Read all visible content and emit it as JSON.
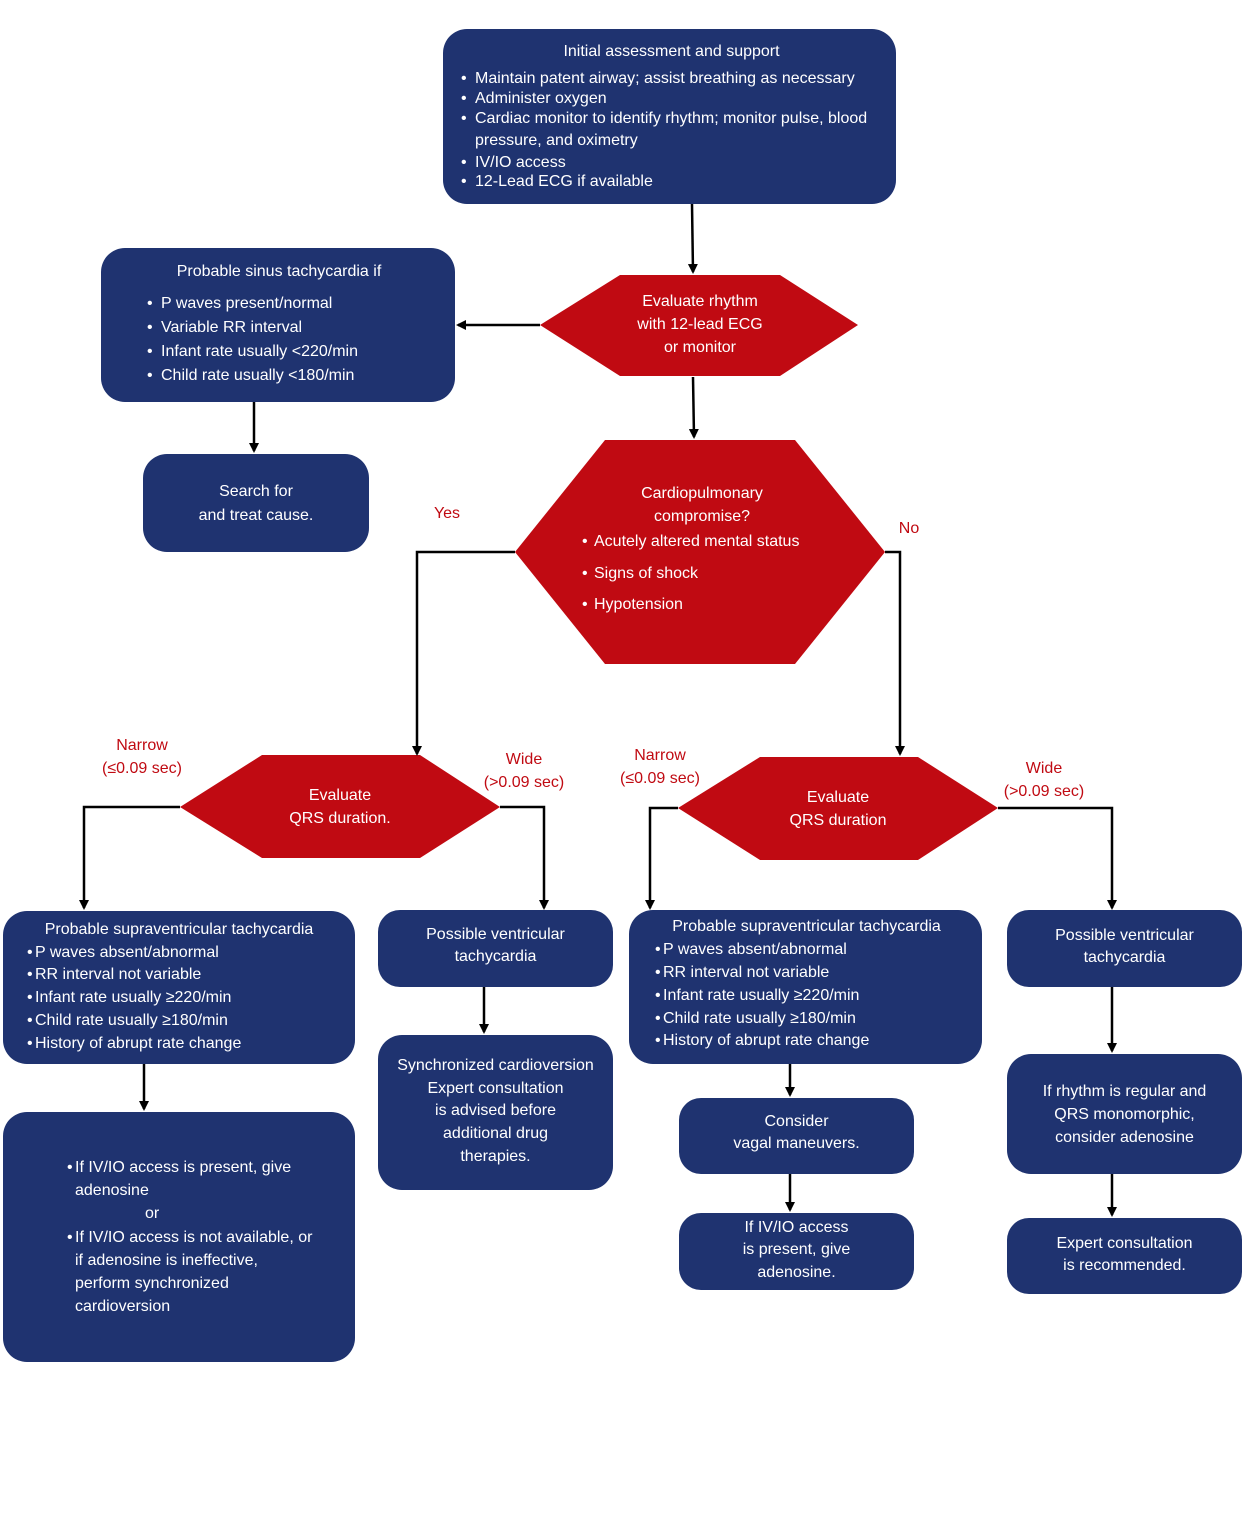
{
  "initial": {
    "title": "Initial assessment and support",
    "items": [
      "Maintain patent airway; assist breathing as necessary",
      "Administer oxygen",
      "Cardiac monitor to identify rhythm; monitor pulse, blood pressure, and oximetry",
      "IV/IO access",
      "12-Lead ECG if available"
    ]
  },
  "evaluate_rhythm": {
    "lines": [
      "Evaluate rhythm",
      "with 12-lead ECG",
      "or monitor"
    ]
  },
  "sinus": {
    "title": "Probable sinus tachycardia if",
    "items": [
      "P waves present/normal",
      "Variable RR interval",
      "Infant rate usually <220/min",
      "Child rate usually <180/min"
    ]
  },
  "search_cause": {
    "lines": [
      "Search for",
      "and treat cause."
    ]
  },
  "compromise": {
    "title_lines": [
      "Cardiopulmonary",
      "compromise?"
    ],
    "items": [
      "Acutely altered mental status",
      "Signs of shock",
      "Hypotension"
    ]
  },
  "yes_label": "Yes",
  "no_label": "No",
  "left_qrs": {
    "lines": [
      "Evaluate",
      "QRS duration."
    ],
    "narrow": [
      "Narrow",
      "(≤0.09 sec)"
    ],
    "wide": [
      "Wide",
      "(>0.09 sec)"
    ]
  },
  "right_qrs": {
    "lines": [
      "Evaluate",
      "QRS duration"
    ],
    "narrow": [
      "Narrow",
      "(≤0.09 sec)"
    ],
    "wide": [
      "Wide",
      "(>0.09 sec)"
    ]
  },
  "left_svt": {
    "title": "Probable supraventricular tachycardia",
    "items": [
      "P waves absent/abnormal",
      "RR interval not variable",
      "Infant rate usually ≥220/min",
      "Child rate usually ≥180/min",
      "History of abrupt rate change"
    ]
  },
  "left_svt_action": {
    "item1": "If IV/IO access is present, give adenosine",
    "or": "or",
    "item2": "If IV/IO access is not available, or if adenosine is ineffective, perform synchronized cardioversion"
  },
  "left_vt": {
    "lines": [
      "Possible ventricular",
      "tachycardia"
    ]
  },
  "left_vt_action": {
    "lines": [
      "Synchronized cardioversion",
      "Expert consultation",
      "is advised before",
      "additional drug",
      "therapies."
    ]
  },
  "right_svt": {
    "title": "Probable supraventricular tachycardia",
    "items": [
      "P waves absent/abnormal",
      "RR interval not variable",
      "Infant rate usually ≥220/min",
      "Child rate usually ≥180/min",
      "History of abrupt rate change"
    ]
  },
  "vagal": {
    "lines": [
      "Consider",
      "vagal maneuvers."
    ]
  },
  "adenosine_right": {
    "lines": [
      "If IV/IO access",
      "is present, give",
      "adenosine."
    ]
  },
  "right_vt": {
    "lines": [
      "Possible ventricular",
      "tachycardia"
    ]
  },
  "regular_qrs": {
    "lines": [
      "If rhythm is regular and",
      "QRS monomorphic,",
      "consider adenosine"
    ]
  },
  "expert": {
    "lines": [
      "Expert consultation",
      "is recommended."
    ]
  },
  "colors": {
    "box": "#1f3370",
    "decision": "#c00a12",
    "label": "#c00a12",
    "arrow": "#000000"
  }
}
